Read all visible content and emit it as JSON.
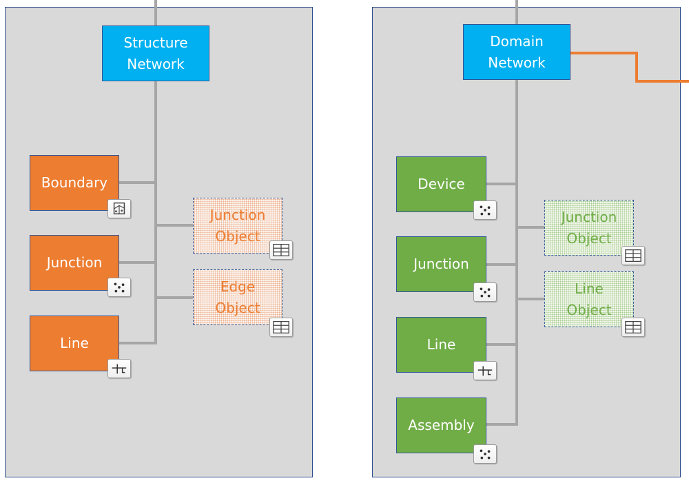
{
  "structure": {
    "root_label": [
      "Structure",
      "Network"
    ],
    "features": [
      {
        "label": "Boundary",
        "icon": "boundary-icon"
      },
      {
        "label": "Junction",
        "icon": "junction-icon"
      },
      {
        "label": "Line",
        "icon": "line-icon"
      }
    ],
    "objects": [
      {
        "label": [
          "Junction",
          "Object"
        ],
        "icon": "table-icon"
      },
      {
        "label": [
          "Edge",
          "Object"
        ],
        "icon": "table-icon"
      }
    ]
  },
  "domain": {
    "root_label": [
      "Domain",
      "Network"
    ],
    "features": [
      {
        "label": "Device",
        "icon": "junction-icon"
      },
      {
        "label": "Junction",
        "icon": "junction-icon"
      },
      {
        "label": "Line",
        "icon": "line-icon"
      },
      {
        "label": "Assembly",
        "icon": "junction-icon"
      }
    ],
    "objects": [
      {
        "label": [
          "Junction",
          "Object"
        ],
        "icon": "table-icon"
      },
      {
        "label": [
          "Line",
          "Object"
        ],
        "icon": "table-icon"
      }
    ]
  },
  "colors": {
    "network": "#00b0f0",
    "structure_feature": "#ed7d31",
    "domain_feature": "#70ad47",
    "connector": "#a6a6a6",
    "domain_link": "#ed7d31",
    "panel": "#d9d9d9"
  }
}
